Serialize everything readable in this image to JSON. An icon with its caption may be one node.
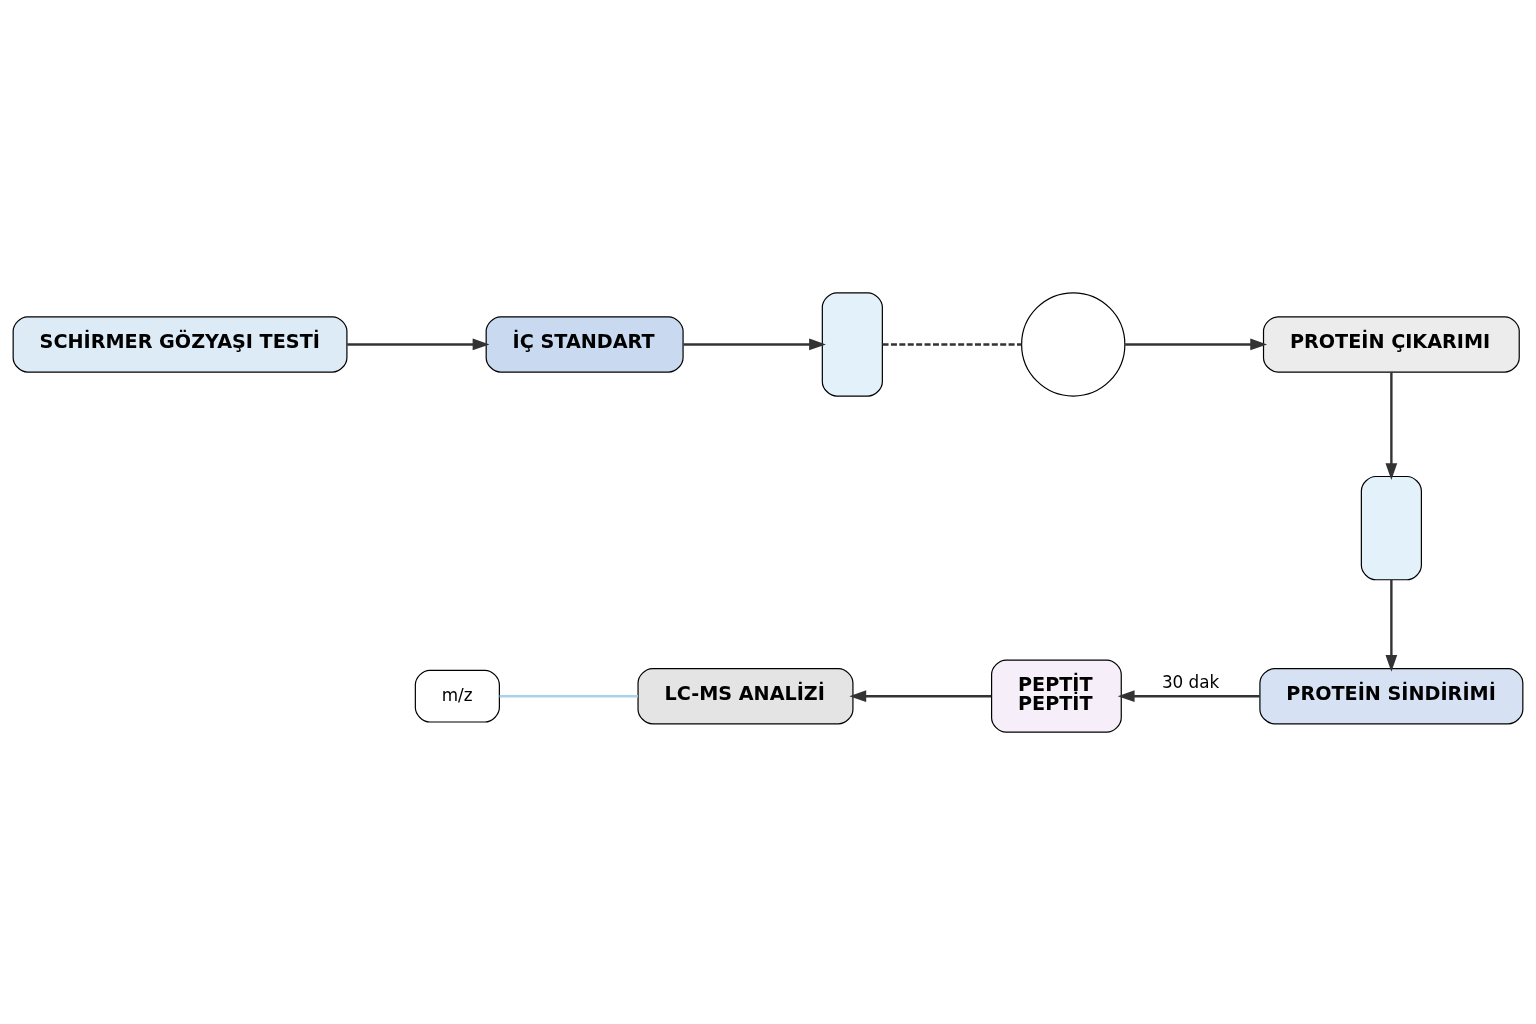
{
  "diagram": {
    "nodes": [
      {
        "text": [
          "SCHİRMER GÖZYAŞI TESTİ"
        ]
      },
      {
        "text": [
          "İÇ STANDART"
        ]
      },
      {
        "text": [],
        "shape": "box"
      },
      {
        "text": [],
        "shape": "circle"
      },
      {
        "text": [
          "PROTEİN ÇIKARIMI"
        ]
      },
      {
        "text": [],
        "shape": "box"
      },
      {
        "text": [
          "PROTEİN SİNDİRİMİ"
        ]
      },
      {
        "text": [
          "PEPTİT",
          "PEPTİT"
        ]
      },
      {
        "text": [
          "LC-MS ANALİZİ"
        ]
      },
      {
        "text": [
          "m/z"
        ]
      }
    ],
    "edges": [
      {
        "from": 0,
        "to": 1,
        "arrow": "to"
      },
      {
        "from": 1,
        "to": 2,
        "arrow": "to"
      },
      {
        "from": 2,
        "to": 3,
        "arrow": "none",
        "style": "dashed"
      },
      {
        "from": 3,
        "to": 4,
        "arrow": "to"
      },
      {
        "from": 4,
        "to": 5,
        "arrow": "to"
      },
      {
        "from": 5,
        "to": 6,
        "arrow": "to"
      },
      {
        "from": 6,
        "to": 7,
        "arrow": "to",
        "label": "30 dak"
      },
      {
        "from": 7,
        "to": 8,
        "arrow": "to"
      },
      {
        "from": 8,
        "to": 9,
        "arrow": "none",
        "color": "#a9d3ea"
      }
    ]
  }
}
